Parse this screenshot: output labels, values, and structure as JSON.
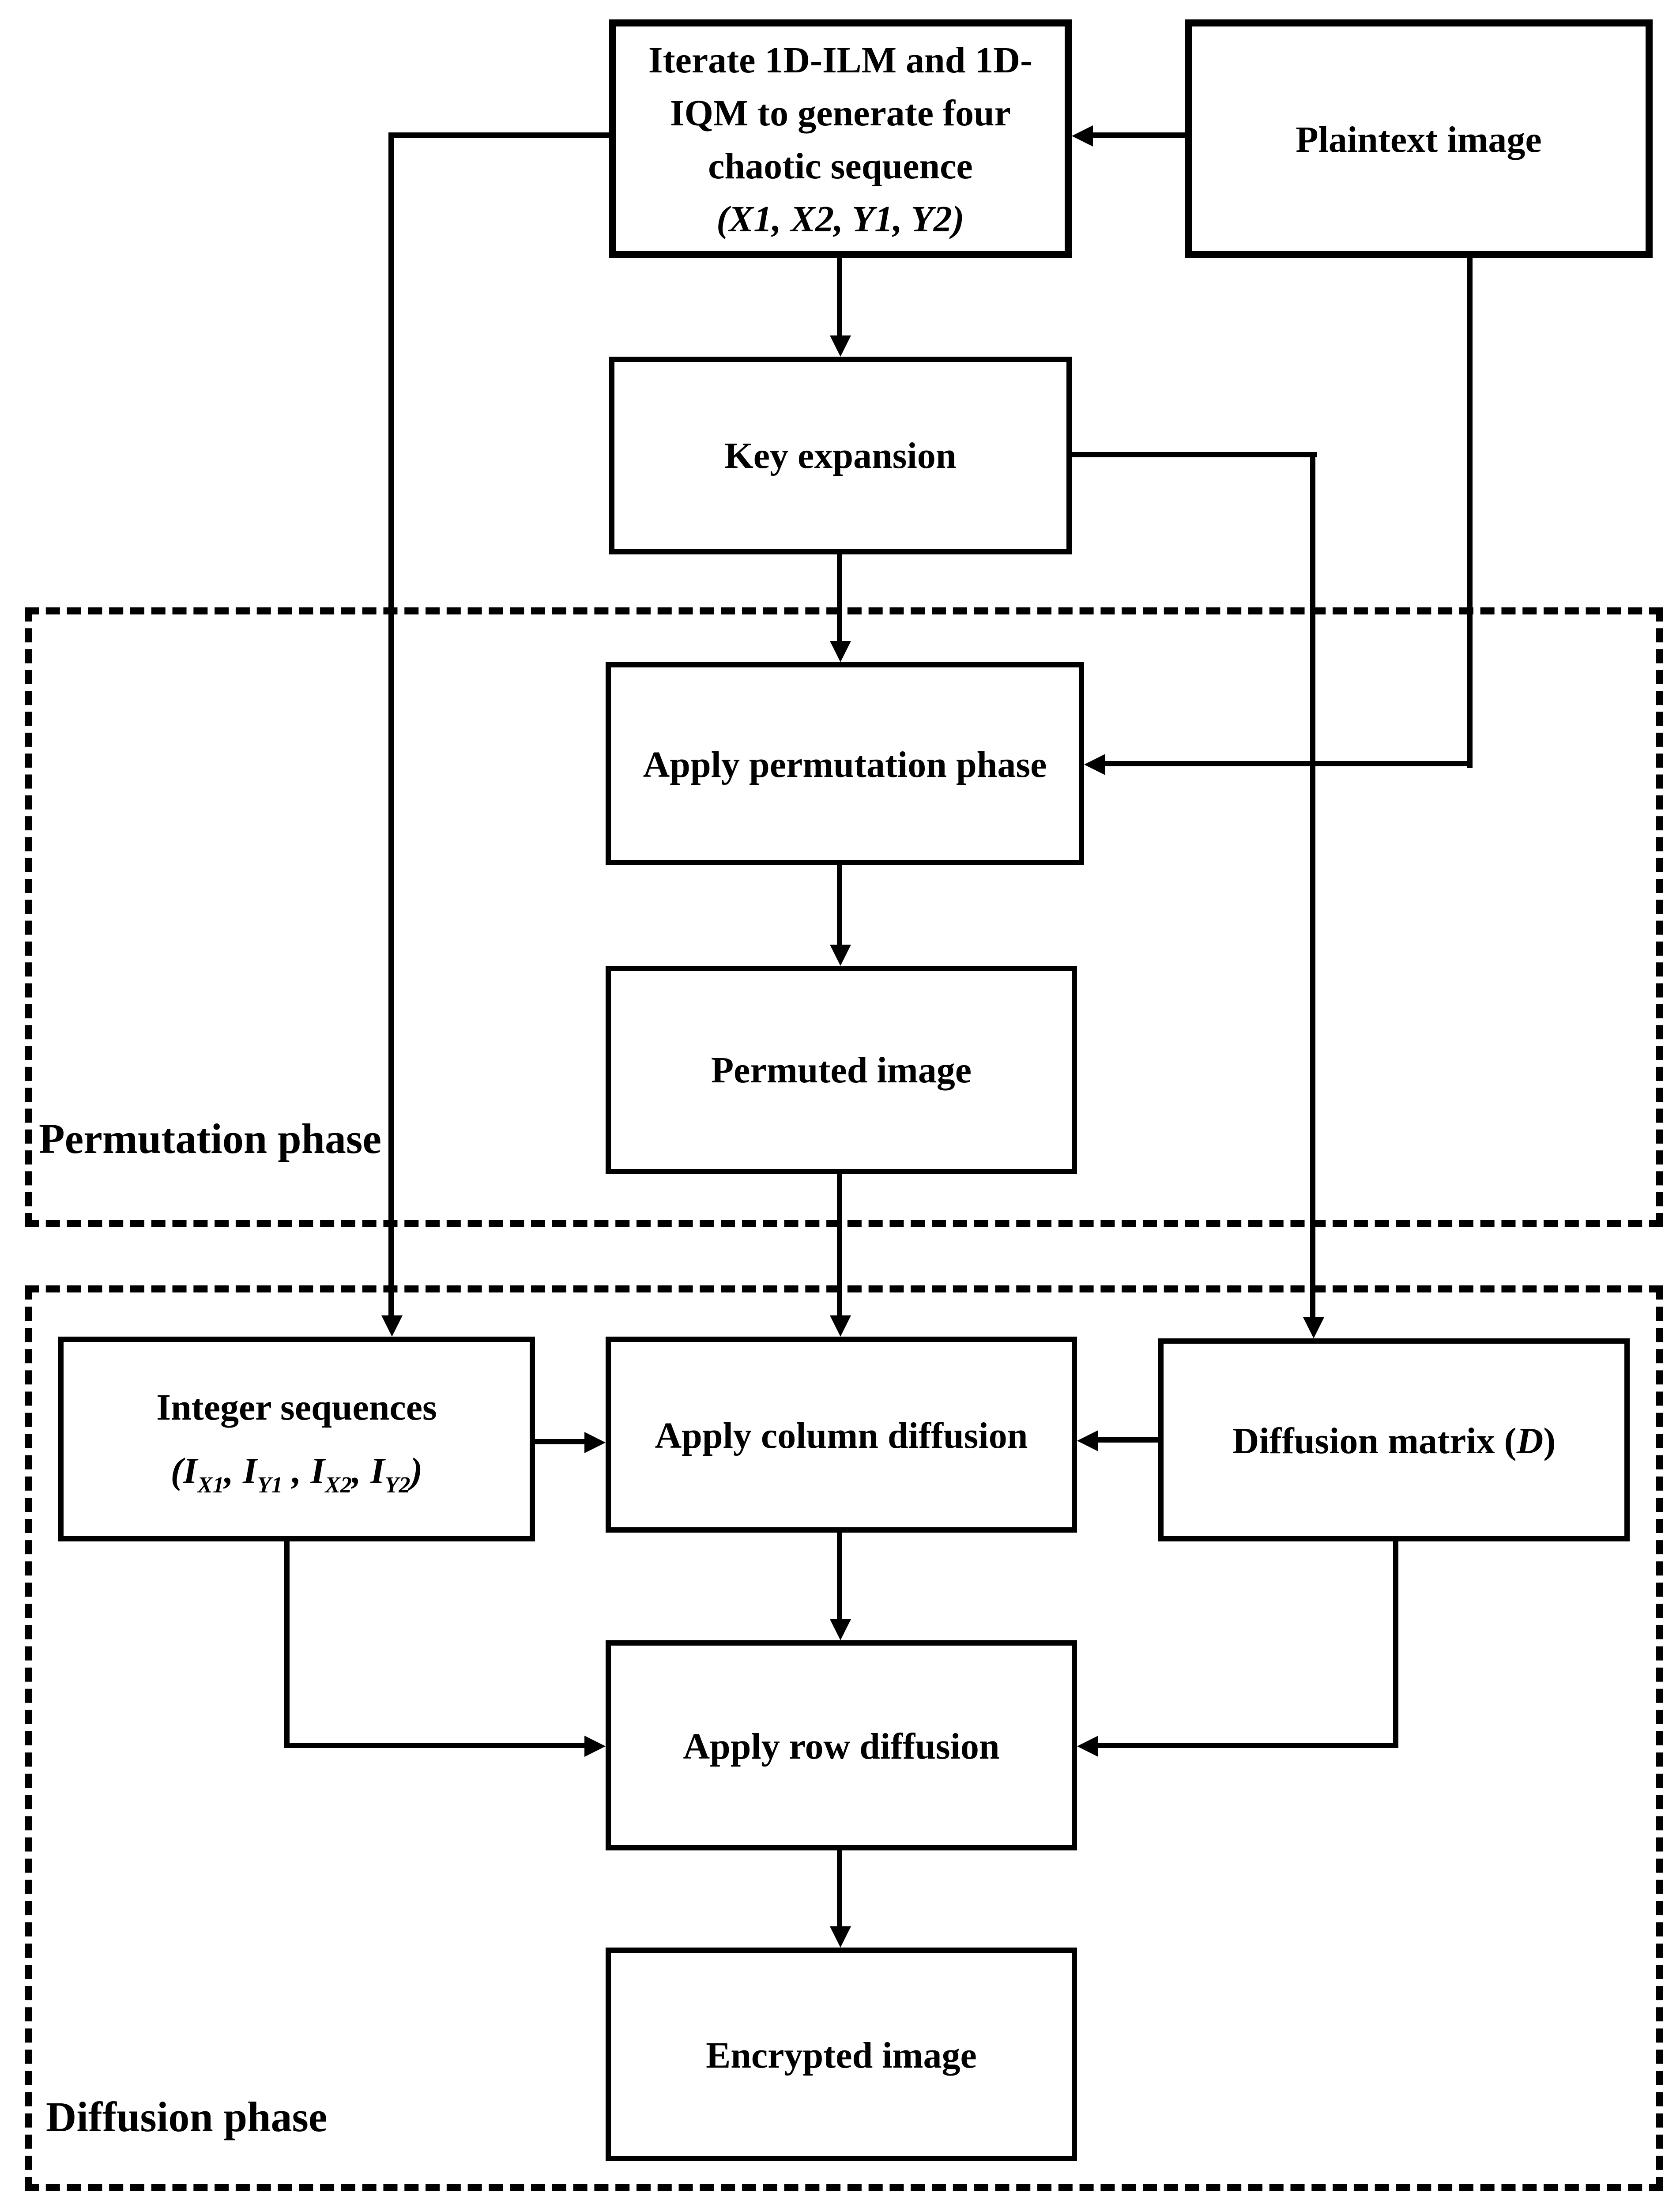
{
  "figure": {
    "type": "flowchart",
    "background_color": "#ffffff",
    "line_color": "#000000"
  },
  "nodes": {
    "chaotic_generator": {
      "line1": "Iterate 1D-ILM and 1D-",
      "line2": "IQM to generate four",
      "line3": "chaotic sequence",
      "line4": "(X1, X2, Y1, Y2)"
    },
    "plaintext_image": {
      "label": "Plaintext image"
    },
    "key_expansion": {
      "label": "Key expansion"
    },
    "apply_permutation": {
      "label": "Apply permutation phase"
    },
    "permuted_image": {
      "label": "Permuted image"
    },
    "integer_sequences": {
      "line1": "Integer sequences",
      "formula": {
        "open": "(",
        "i1": "I",
        "s1": "X1",
        "c1": ", ",
        "i2": "I",
        "s2": "Y1",
        "c2": " , ",
        "i3": "I",
        "s3": "X2",
        "c3": ", ",
        "i4": "I",
        "s4": "Y2",
        "close": ")"
      }
    },
    "apply_column_diffusion": {
      "label": "Apply column diffusion"
    },
    "diffusion_matrix": {
      "prefix": "Diffusion matrix (",
      "variable": "D",
      "suffix": ")"
    },
    "apply_row_diffusion": {
      "label": "Apply row diffusion"
    },
    "encrypted_image": {
      "label": "Encrypted image"
    }
  },
  "groups": {
    "permutation_phase": {
      "label": "Permutation phase"
    },
    "diffusion_phase": {
      "label": "Diffusion phase"
    }
  },
  "edges": [
    {
      "from": "plaintext_image",
      "to": "chaotic_generator"
    },
    {
      "from": "chaotic_generator",
      "to": "key_expansion"
    },
    {
      "from": "chaotic_generator",
      "to": "integer_sequences"
    },
    {
      "from": "key_expansion",
      "to": "apply_permutation"
    },
    {
      "from": "key_expansion",
      "to": "diffusion_matrix"
    },
    {
      "from": "plaintext_image",
      "to": "apply_permutation"
    },
    {
      "from": "apply_permutation",
      "to": "permuted_image"
    },
    {
      "from": "permuted_image",
      "to": "apply_column_diffusion"
    },
    {
      "from": "integer_sequences",
      "to": "apply_column_diffusion"
    },
    {
      "from": "diffusion_matrix",
      "to": "apply_column_diffusion"
    },
    {
      "from": "apply_column_diffusion",
      "to": "apply_row_diffusion"
    },
    {
      "from": "integer_sequences",
      "to": "apply_row_diffusion"
    },
    {
      "from": "diffusion_matrix",
      "to": "apply_row_diffusion"
    },
    {
      "from": "apply_row_diffusion",
      "to": "encrypted_image"
    }
  ]
}
